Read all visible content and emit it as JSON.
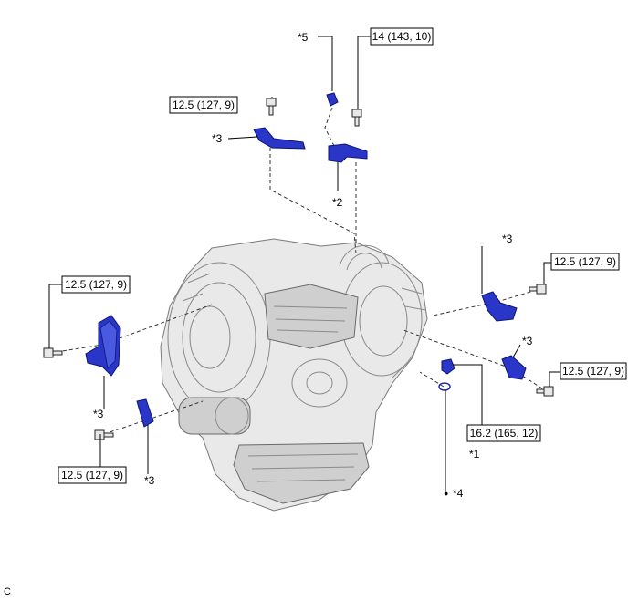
{
  "torque_specs": {
    "top_center": "14 (143, 10)",
    "top_left": "12.5 (127, 9)",
    "left": "12.5 (127, 9)",
    "bottom_left": "12.5 (127, 9)",
    "right_upper": "12.5 (127, 9)",
    "right_lower": "12.5 (127, 9)",
    "drain": "16.2 (165, 12)"
  },
  "callouts": {
    "c5": "*5",
    "c3_top": "*3",
    "c2": "*2",
    "c3_right_upper": "*3",
    "c3_right_lower": "*3",
    "c3_left": "*3",
    "c3_bottom": "*3",
    "c1": "*1",
    "c4": "*4"
  },
  "corner_mark": "C",
  "bullet": "●",
  "colors": {
    "part_blue": "#2a36c8",
    "body_gray": "#e9e9e9"
  }
}
